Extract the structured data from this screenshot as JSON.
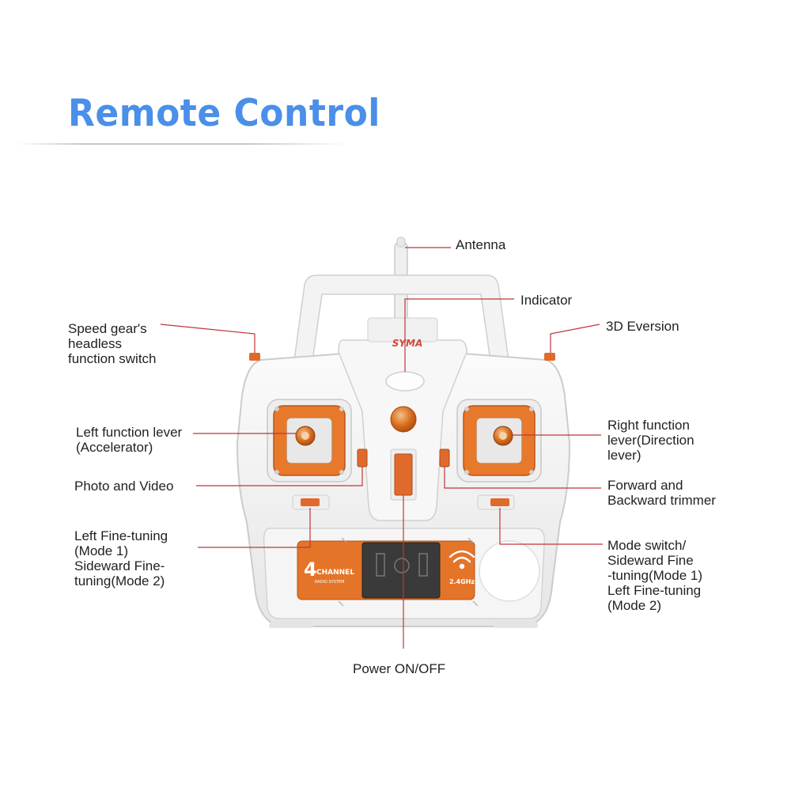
{
  "title": "Remote Control",
  "brand": "SYMA",
  "panel": {
    "channel_number": "4",
    "channel_word": "CHANNEL",
    "radio_system": "RADIO SYSTEM",
    "frequency": "2.4GHz"
  },
  "labels": {
    "antenna": "Antenna",
    "indicator": "Indicator",
    "speed_gear": "Speed gear's\nheadless\nfunction switch",
    "eversion_3d": "3D Eversion",
    "left_lever": "Left function lever\n(Accelerator)",
    "right_lever": "Right function\nlever(Direction\nlever)",
    "photo_video": "Photo and Video",
    "fwd_back_trimmer": "Forward and\nBackward trimmer",
    "left_fine_tuning": "Left Fine-tuning\n(Mode 1)\nSideward Fine-\ntuning(Mode 2)",
    "mode_switch": "Mode switch/\nSideward Fine\n-tuning(Mode 1)\nLeft Fine-tuning\n(Mode 2)",
    "power": "Power ON/OFF"
  },
  "colors": {
    "title": "#4a8fe8",
    "accent_orange": "#e07020",
    "leader_line": "#c0353a",
    "body": "#f4f4f4"
  }
}
